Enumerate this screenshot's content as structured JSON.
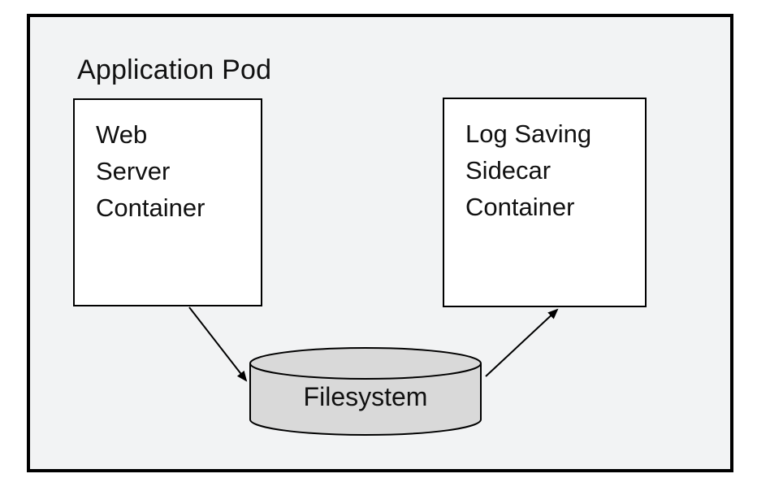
{
  "diagram": {
    "title": "Application Pod",
    "nodes": {
      "web_server": {
        "lines": [
          "Web",
          "Server",
          "Container"
        ]
      },
      "log_sidecar": {
        "lines": [
          "Log Saving",
          "Sidecar",
          "Container"
        ]
      },
      "filesystem": {
        "label": "Filesystem"
      }
    },
    "edges": [
      {
        "from": "web_server",
        "to": "filesystem"
      },
      {
        "from": "filesystem",
        "to": "log_sidecar"
      }
    ],
    "colors": {
      "pod_background": "#f2f3f4",
      "node_background": "#ffffff",
      "cylinder_fill": "#d9d9d9",
      "border": "#000000"
    }
  }
}
